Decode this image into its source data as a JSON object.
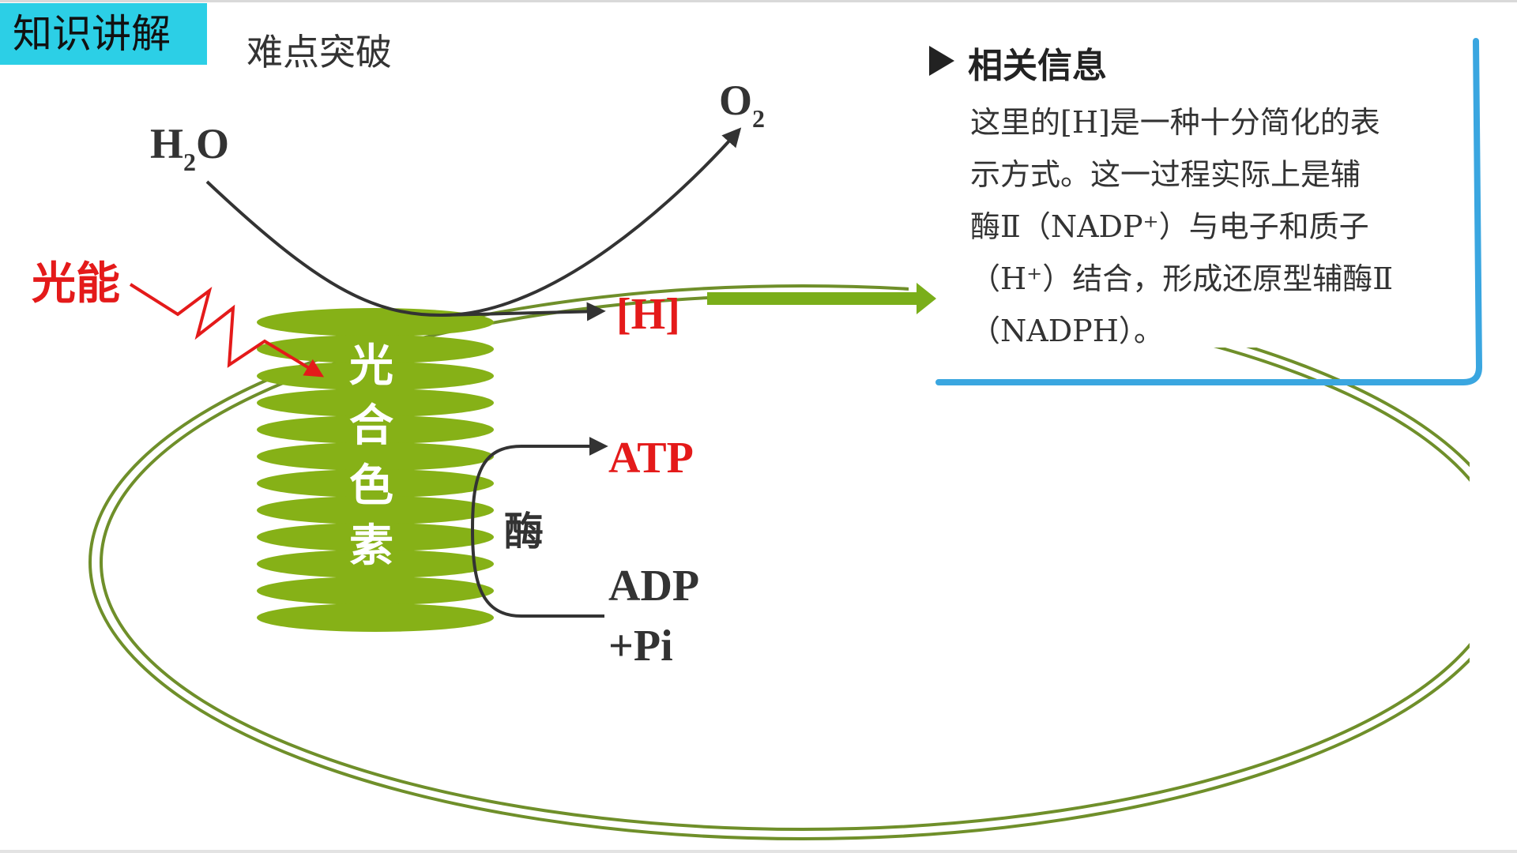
{
  "header": {
    "tag": "知识讲解",
    "subtitle": "难点突破"
  },
  "diagram": {
    "water": {
      "main": "H",
      "sub": "2",
      "tail": "O"
    },
    "oxygen": {
      "main": "O",
      "sub": "2"
    },
    "light_energy": "光能",
    "pigment": [
      "光",
      "合",
      "色",
      "素"
    ],
    "hydrogen": "[H]",
    "atp": "ATP",
    "enzyme": "酶",
    "adp_line1": "ADP",
    "adp_line2": "+Pi"
  },
  "info_box": {
    "title": "相关信息",
    "lines": [
      "这里的[H]是一种十分简化的表",
      "示方式。这一过程实际上是辅",
      "酶Ⅱ（NADP⁺）与电子和质子",
      "（H⁺）结合，形成还原型辅酶Ⅱ",
      "（NADPH）。"
    ]
  },
  "colors": {
    "tag_bg": "#2ccfe6",
    "chloroplast_line": "#6f8f2a",
    "thylakoid": "#86b117",
    "red": "#e41a1a",
    "arrow_dark": "#333333",
    "green_arrow": "#7aae1a",
    "info_border": "#3aa6e0"
  }
}
